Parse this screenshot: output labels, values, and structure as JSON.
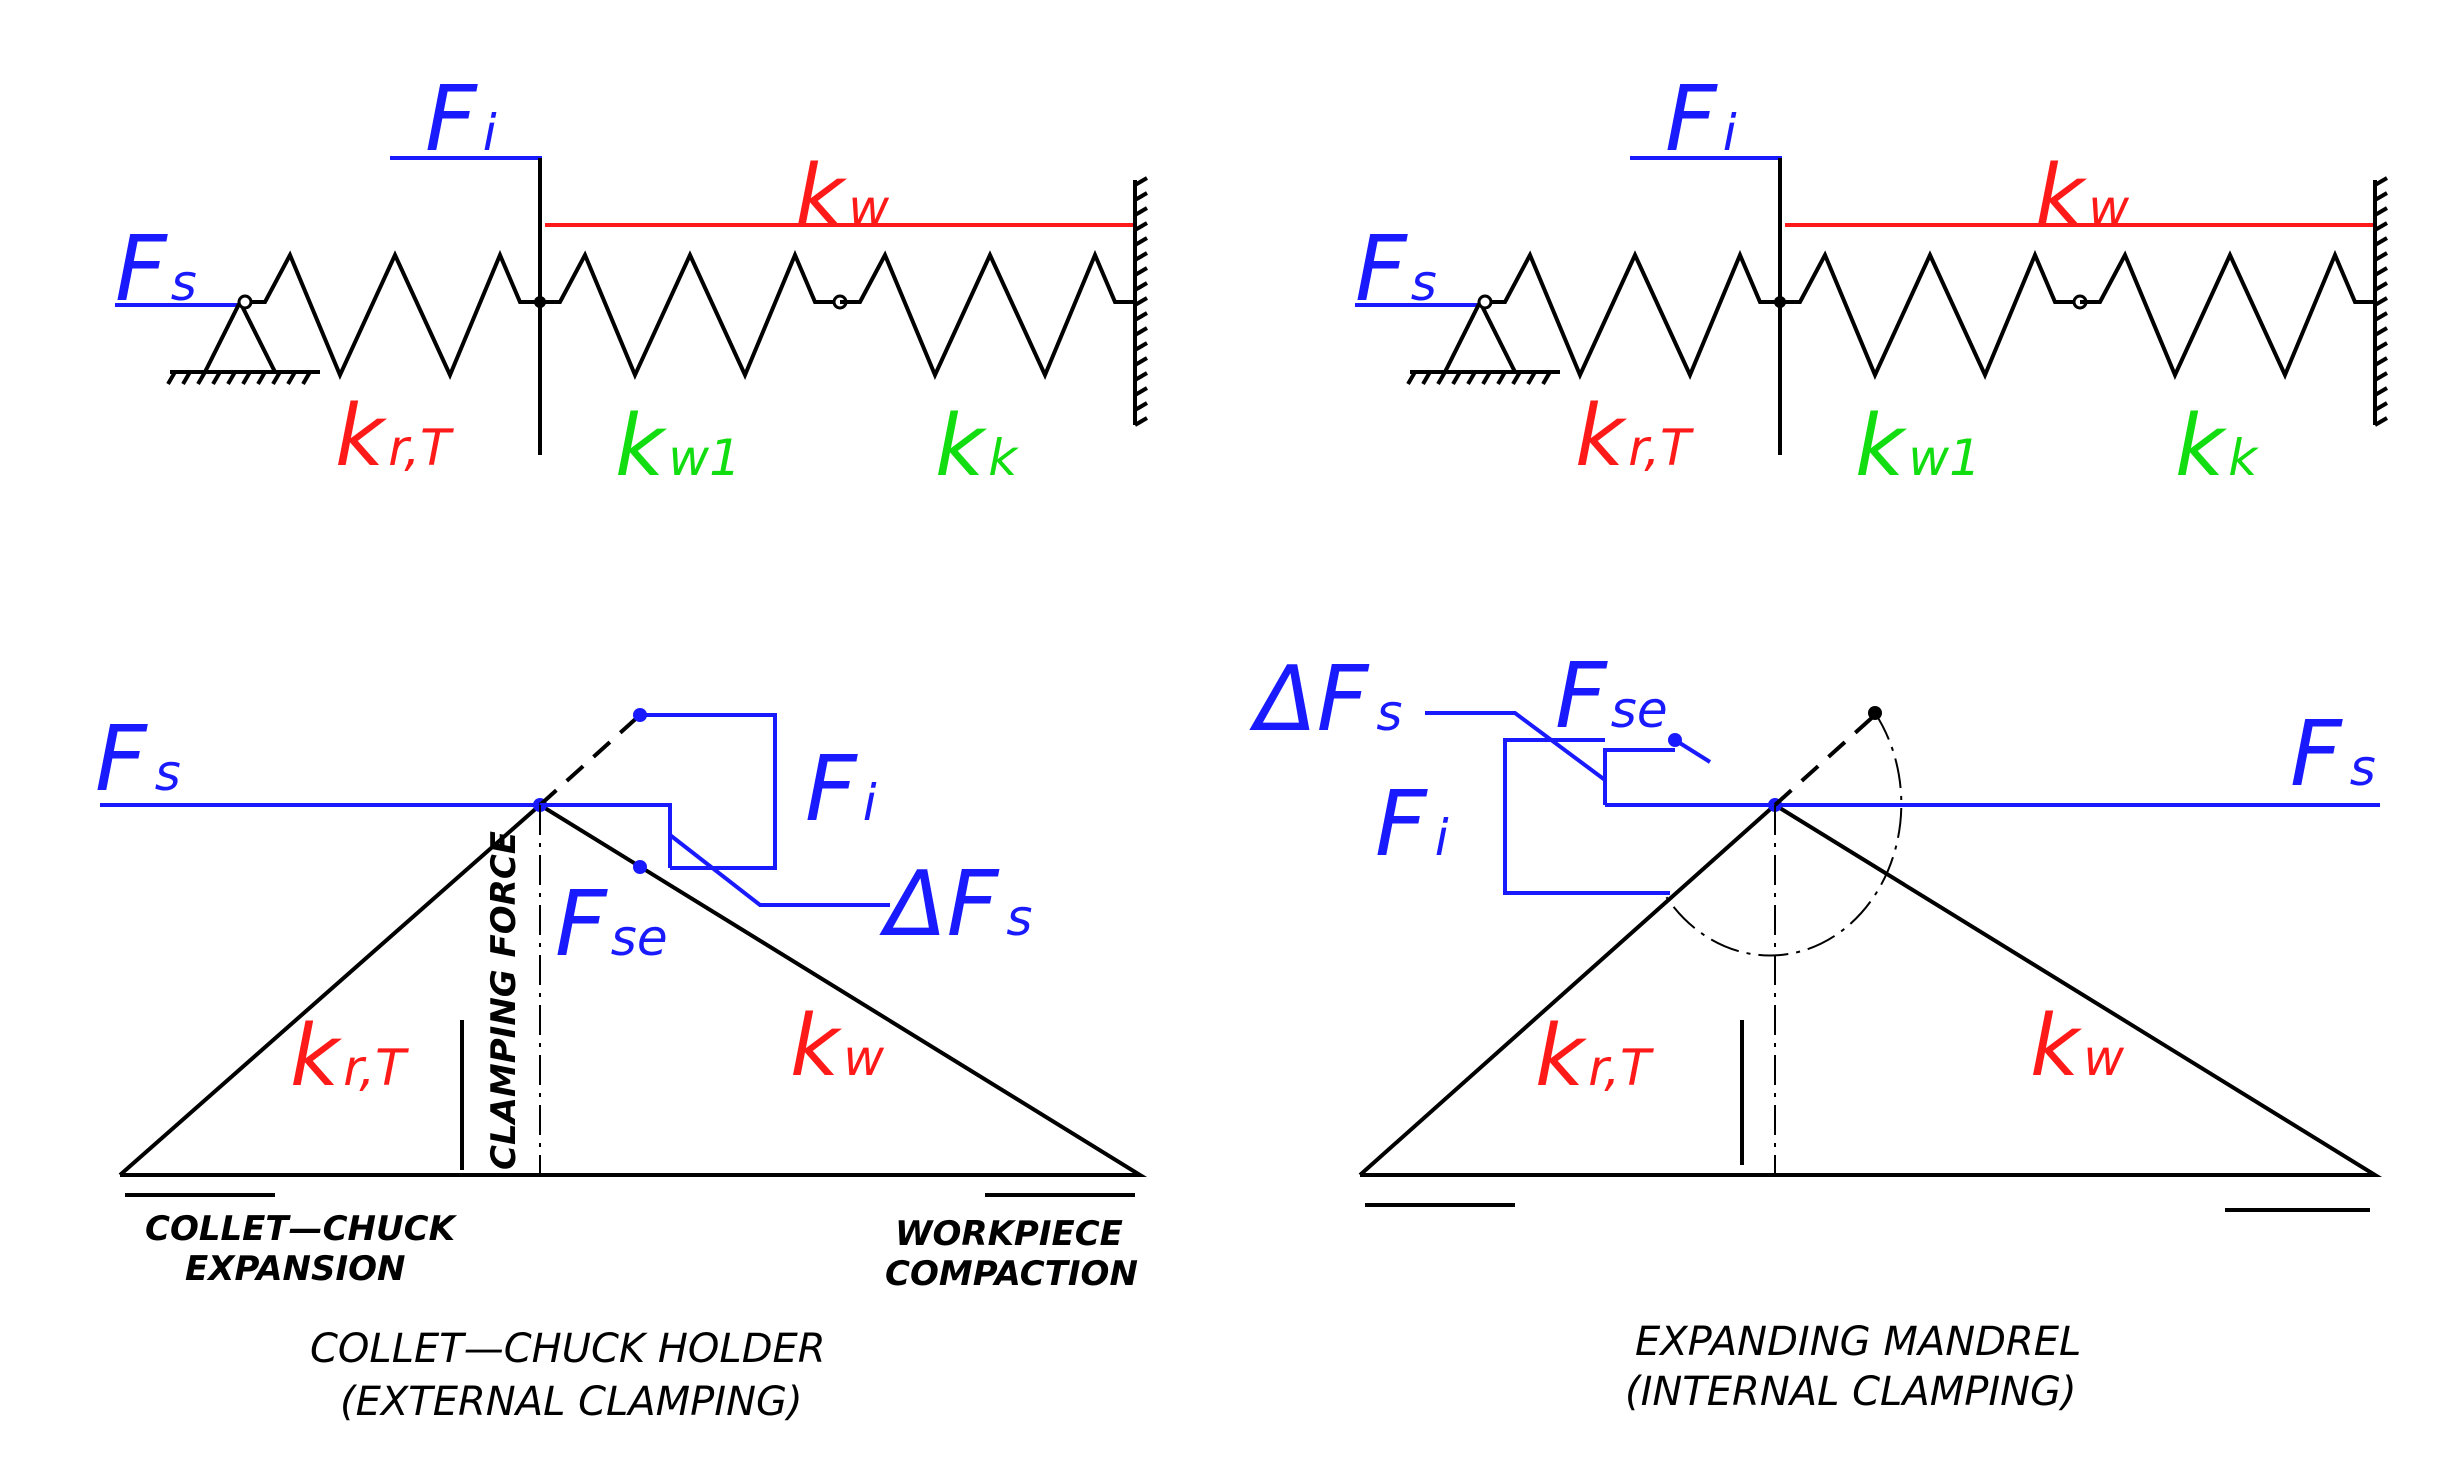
{
  "colors": {
    "force": "#1a1aff",
    "stiffness_red": "#ff1a1a",
    "stiffness_green": "#11dd11",
    "line": "#000000"
  },
  "labels": {
    "Fi": "F",
    "Fi_sub": "i",
    "Fs": "F",
    "Fs_sub": "s",
    "Fse_sub": "se",
    "dFs_main": "ΔF",
    "kw": "k",
    "kw_sub": "w",
    "krT": "k",
    "krT_sub": "r,T",
    "kw1_sub": "w1",
    "kk_sub": "k",
    "clamping_force": "CLAMPING FORCE",
    "collet_expansion_1": "COLLET—CHUCK",
    "collet_expansion_2": "EXPANSION",
    "workpiece_1": "WORKPIECE",
    "workpiece_2": "COMPACTION",
    "left_caption_1": "COLLET—CHUCK HOLDER",
    "left_caption_2": "(EXTERNAL CLAMPING)",
    "right_caption_1": "EXPANDING MANDREL",
    "right_caption_2": "(INTERNAL CLAMPING)"
  }
}
